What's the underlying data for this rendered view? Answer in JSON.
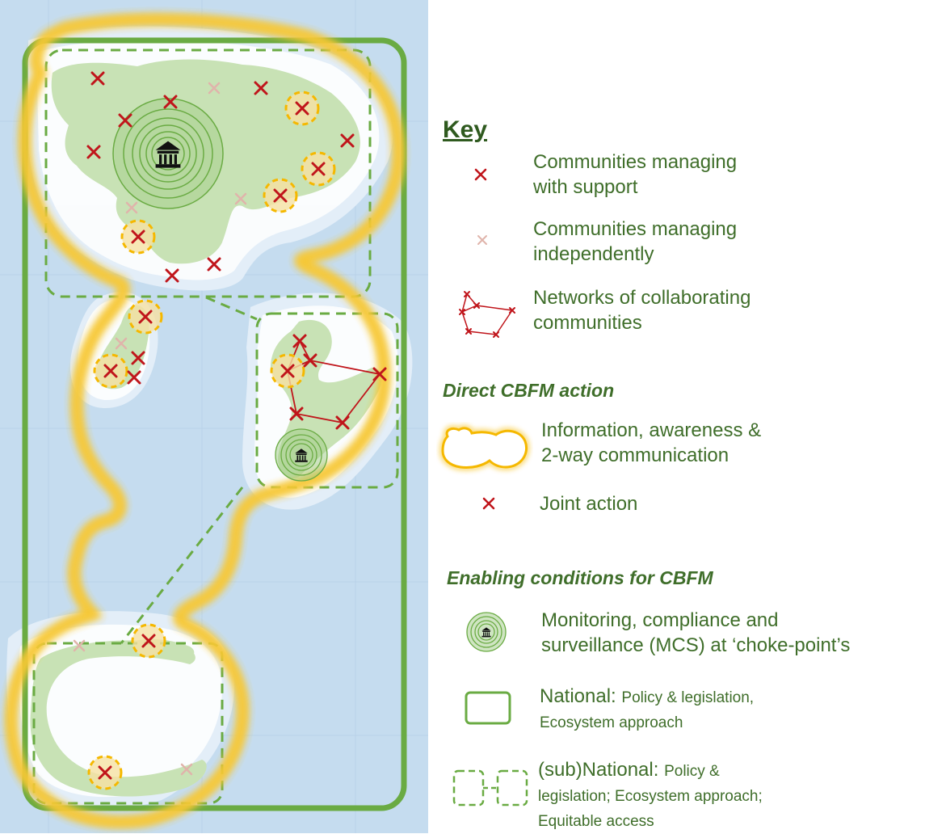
{
  "key": {
    "title": "Key",
    "items": [
      {
        "id": "communities-support",
        "label_1": "Communities managing",
        "label_2": "with support"
      },
      {
        "id": "communities-independent",
        "label_1": "Communities managing",
        "label_2": "independently"
      },
      {
        "id": "networks",
        "label_1": "Networks of collaborating",
        "label_2": "communities"
      }
    ],
    "direct_action": {
      "heading": "Direct CBFM action",
      "items": [
        {
          "id": "information",
          "label_1": "Information, awareness &",
          "label_2": "2-way communication"
        },
        {
          "id": "joint-action",
          "label_1": "Joint action"
        }
      ]
    },
    "enabling": {
      "heading": "Enabling conditions for CBFM",
      "items": [
        {
          "id": "mcs",
          "label_1": "Monitoring, compliance and",
          "label_2": "surveillance (MCS) at ‘choke-point’s"
        },
        {
          "id": "national",
          "label_main": "National: ",
          "label_rest": "Policy & legislation,",
          "label_2": "Ecosystem approach"
        },
        {
          "id": "subnational",
          "label_main": "(sub)National: ",
          "label_rest": "Policy &",
          "label_2": "legislation; Ecosystem approach;",
          "label_3": "Equitable access"
        }
      ]
    }
  },
  "colors": {
    "sea": "#c5dcef",
    "shallow": "#e3eef8",
    "land": "#c8e2b5",
    "green_line": "#6aab43",
    "orange": "#f5b800",
    "red": "#c0151b",
    "faded_cross": "#e3b6ae",
    "text": "#3f6e2a"
  }
}
